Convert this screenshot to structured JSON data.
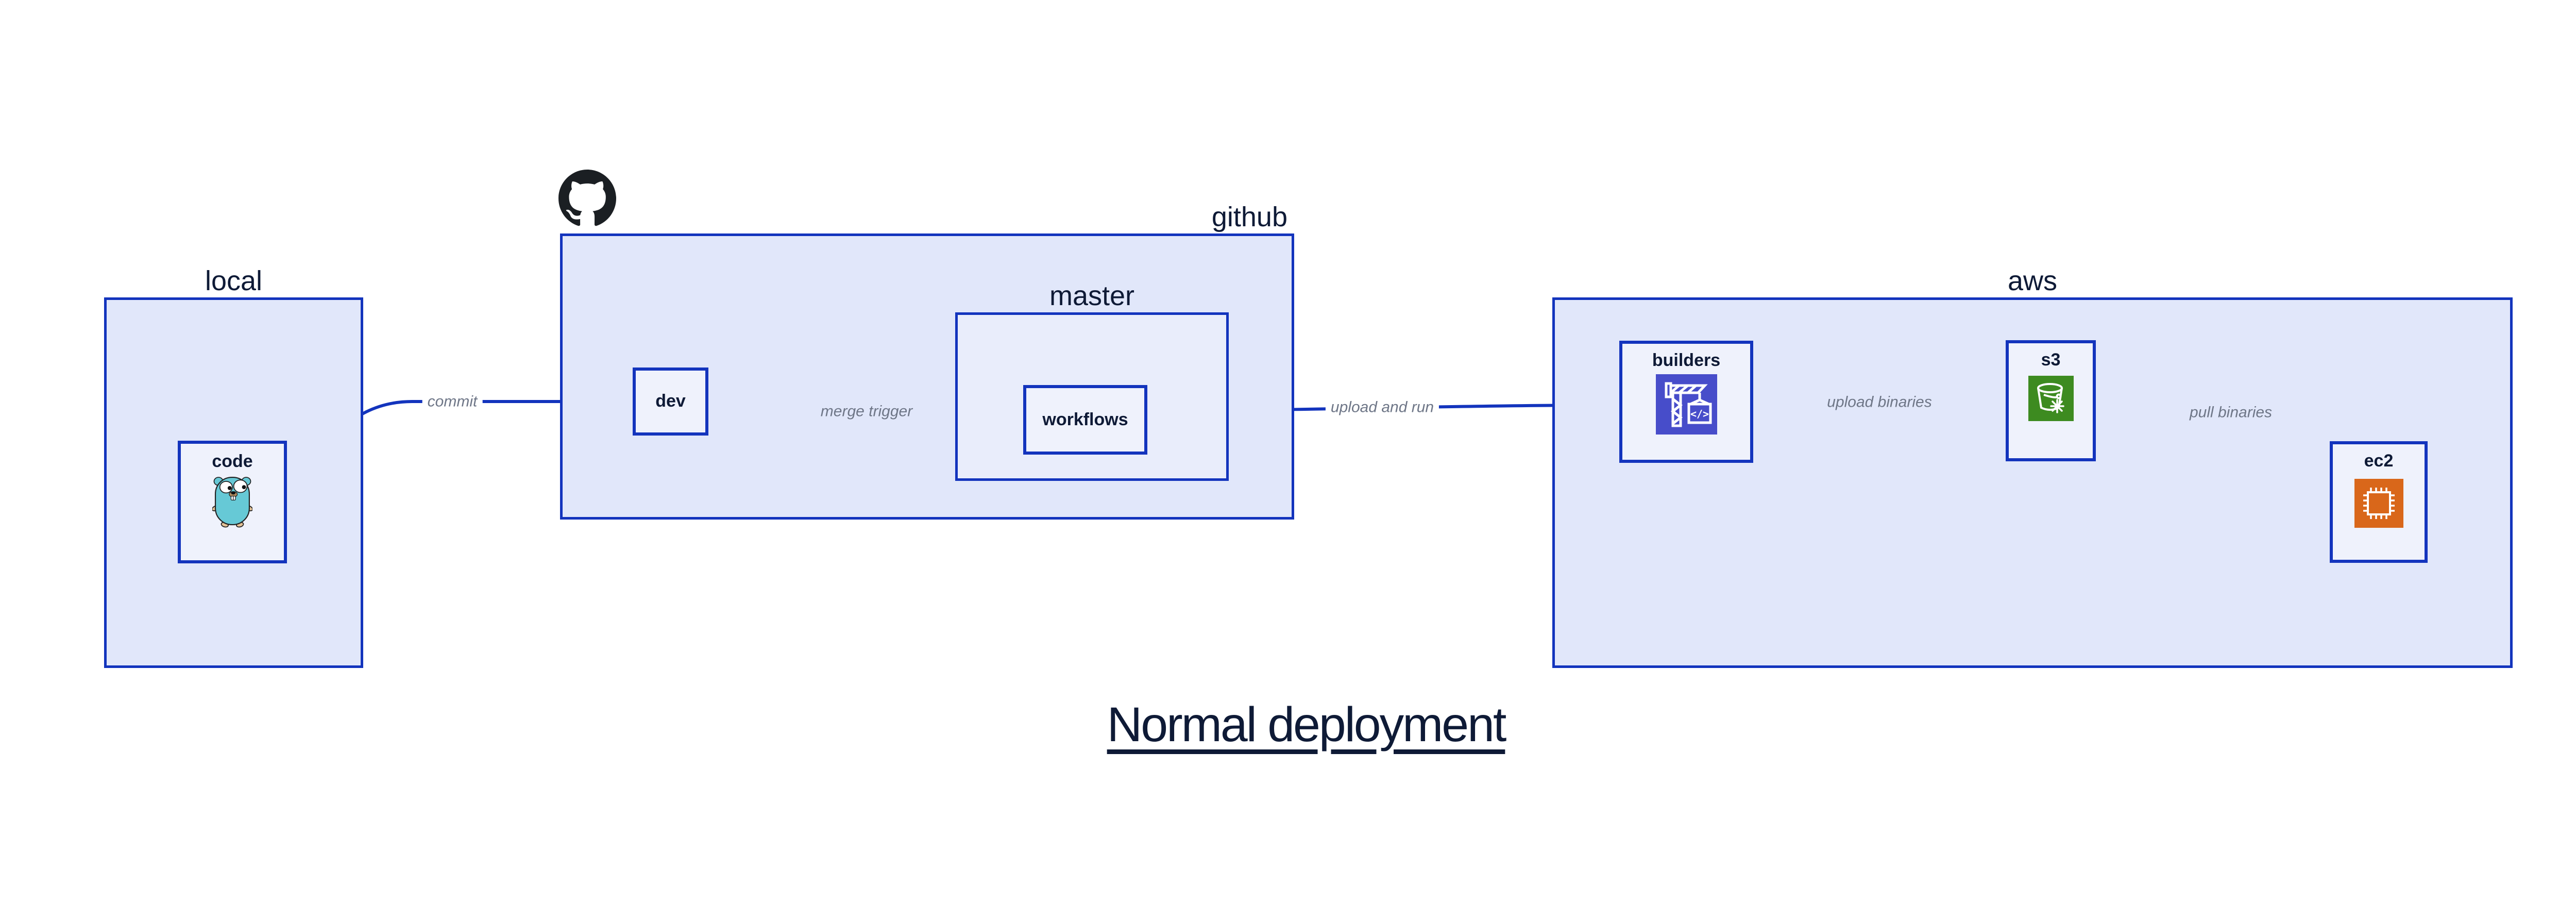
{
  "title": {
    "text": "Normal deployment"
  },
  "colors": {
    "line_and_border": "#1334bd",
    "group_fill": "#e1e7fa",
    "master_fill": "#e9edfb",
    "node_fill": "#eff2fc",
    "dark_text": "#0e1a36",
    "edge_label_text": "#6e7687",
    "builders_icon_bg": "#474dca",
    "s3_icon_bg": "#3d8b20",
    "ec2_icon_bg": "#d9671a",
    "octocat_color": "#1b1f23",
    "gopher_body": "#66c9d6"
  },
  "groups": {
    "local": {
      "label": "local"
    },
    "github": {
      "label": "github"
    },
    "master": {
      "label": "master"
    },
    "aws": {
      "label": "aws"
    }
  },
  "nodes": {
    "code": {
      "label": "code"
    },
    "dev": {
      "label": "dev"
    },
    "workflows": {
      "label": "workflows"
    },
    "builders": {
      "label": "builders"
    },
    "s3": {
      "label": "s3"
    },
    "ec2": {
      "label": "ec2"
    }
  },
  "edges": {
    "commit": {
      "label": "commit"
    },
    "merge": {
      "label": "merge trigger"
    },
    "upload_run": {
      "label": "upload and run"
    },
    "upload_bin": {
      "label": "upload binaries"
    },
    "pull_bin": {
      "label": "pull binaries"
    }
  }
}
